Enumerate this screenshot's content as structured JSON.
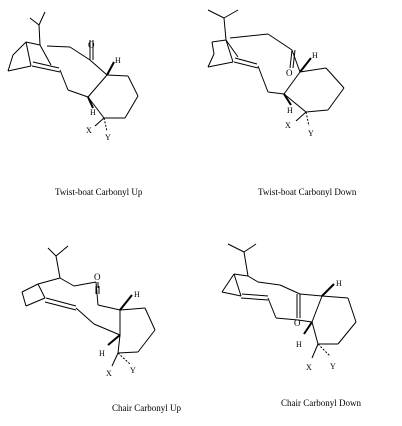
{
  "panels": [
    {
      "caption": "Twist-boat Carbonyl Up",
      "atoms": {
        "carbonyl_o": "O",
        "h_top": "H",
        "h_bottom": "H",
        "sub_x": "X",
        "sub_y": "Y"
      }
    },
    {
      "caption": "Twist-boat Carbonyl Down",
      "atoms": {
        "carbonyl_o": "O",
        "h_top": "H",
        "h_bottom": "H",
        "sub_x": "X",
        "sub_y": "Y"
      }
    },
    {
      "caption": "Chair Carbonyl Up",
      "atoms": {
        "carbonyl_o": "O",
        "h_top": "H",
        "h_bottom": "H",
        "sub_x": "X",
        "sub_y": "Y"
      }
    },
    {
      "caption": "Chair Carbonyl Down",
      "atoms": {
        "carbonyl_o": "O",
        "h_top": "H",
        "h_bottom": "H",
        "sub_x": "X",
        "sub_y": "Y"
      }
    }
  ]
}
